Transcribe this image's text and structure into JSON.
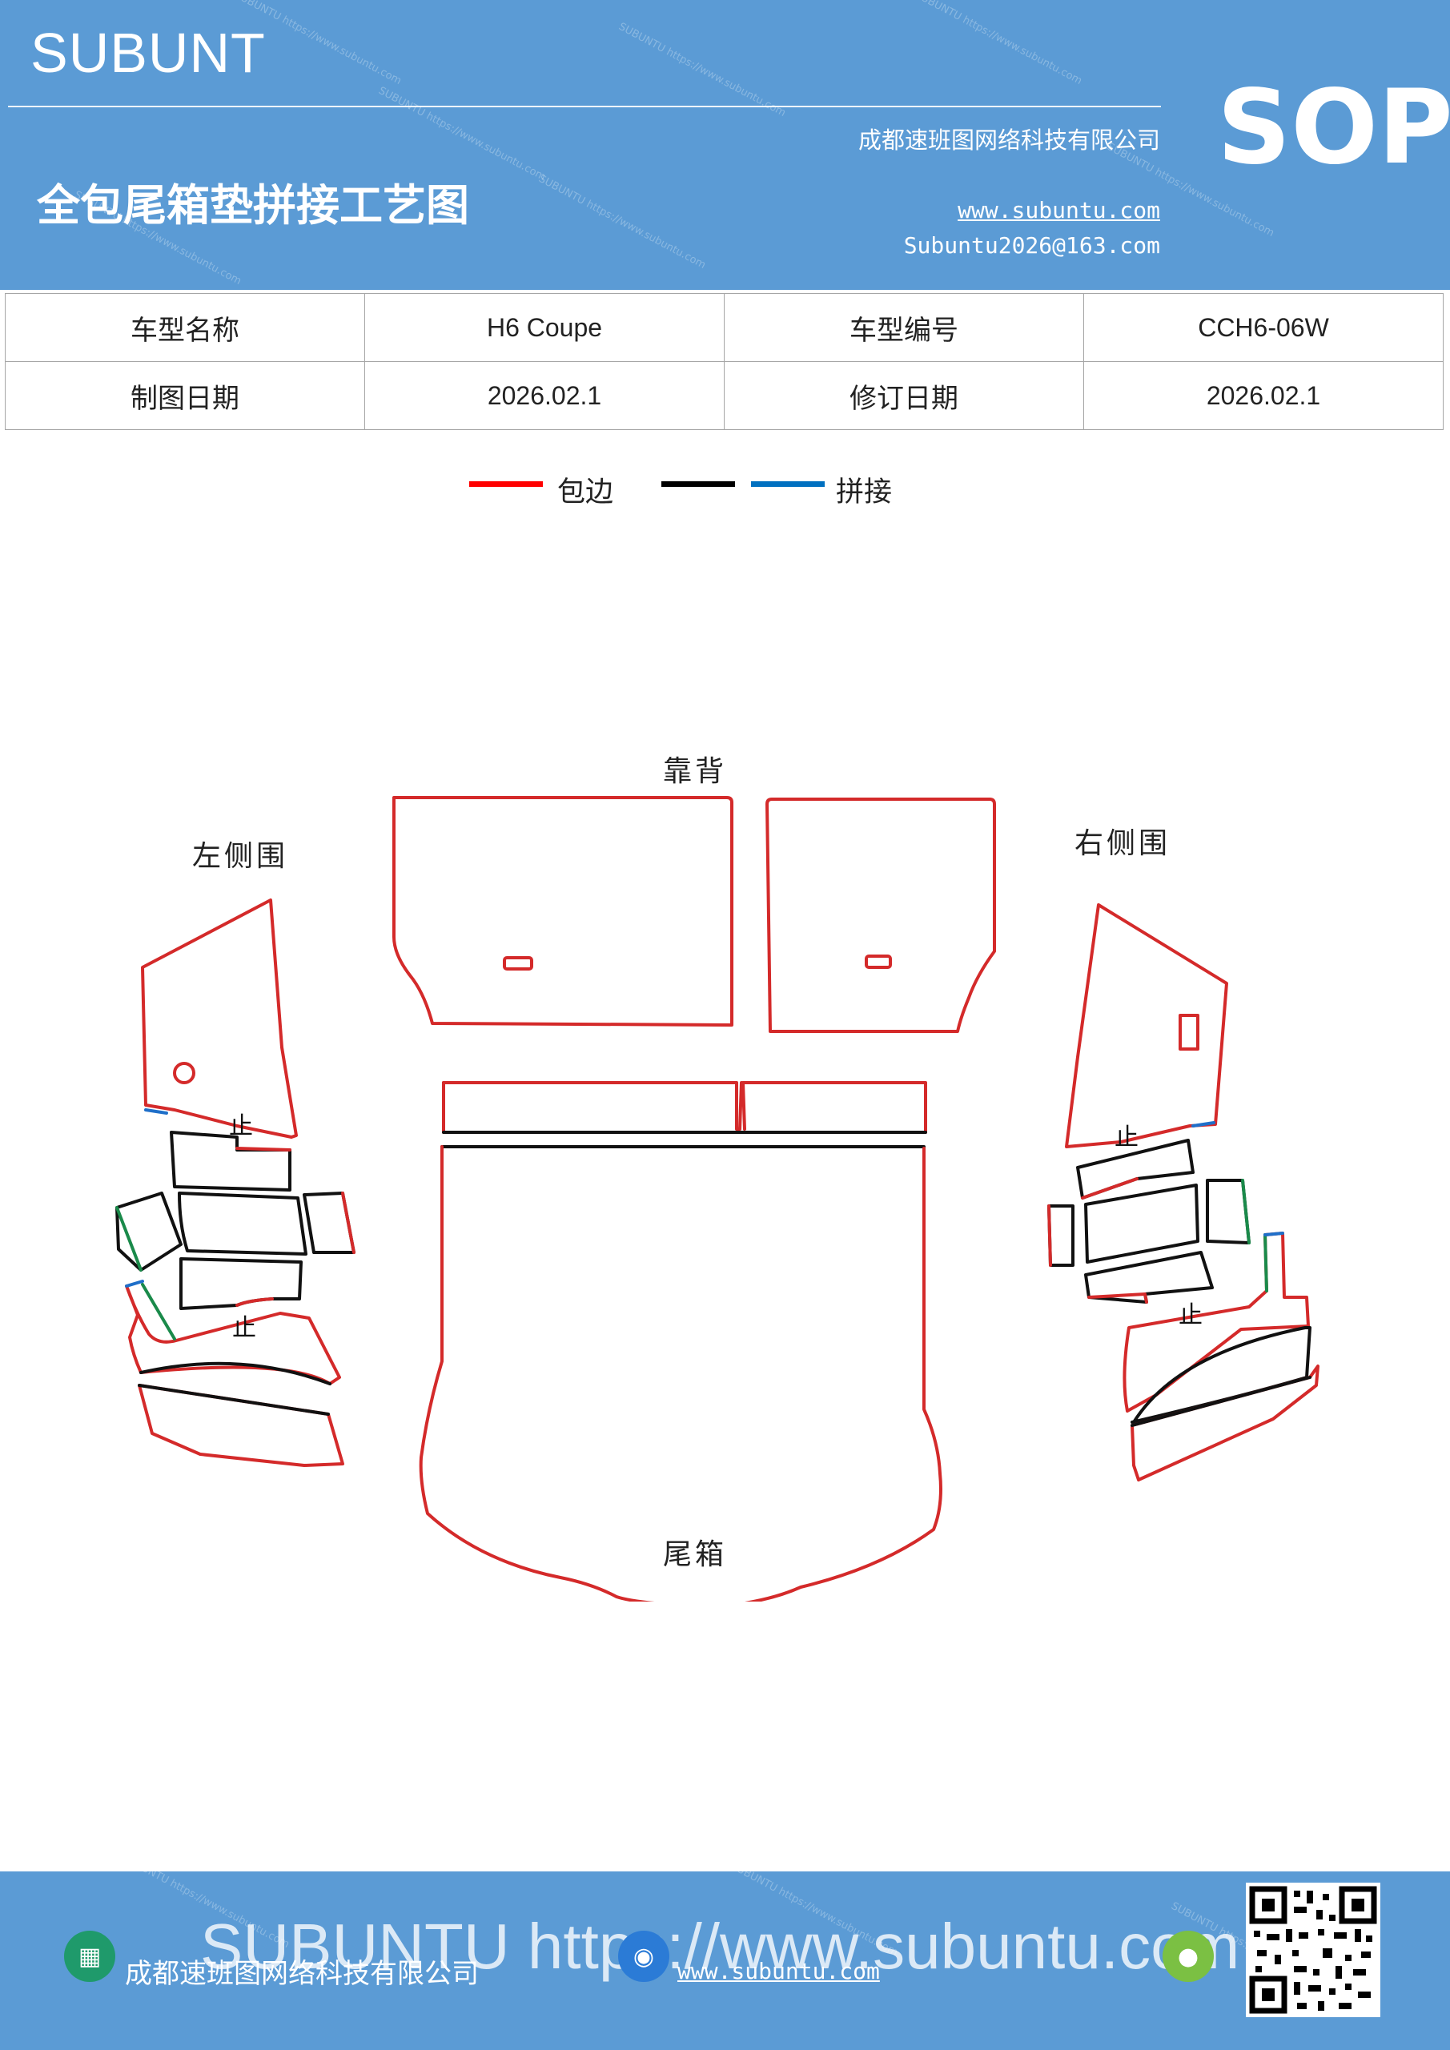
{
  "header": {
    "brand": "SUBUNT",
    "company": "成都速班图网络科技有限公司",
    "title": "全包尾箱垫拼接工艺图",
    "website": "www.subuntu.com",
    "email": "Subuntu2026@163.com",
    "badge": "SOP",
    "bg_color": "#5b9bd5"
  },
  "info_table": {
    "rows": [
      {
        "label1": "车型名称",
        "value1": "H6  Coupe",
        "label2": "车型编号",
        "value2": "CCH6-06W"
      },
      {
        "label1": "制图日期",
        "value1": "2026.02.1",
        "label2": "修订日期",
        "value2": "2026.02.1"
      }
    ]
  },
  "legend": {
    "items": [
      {
        "color": "#ff0000",
        "label": "包边"
      },
      {
        "color": "#000000",
        "label": ""
      },
      {
        "color": "#0070c0",
        "label": "拼接"
      }
    ]
  },
  "diagram": {
    "labels": {
      "back": "靠背",
      "left": "左侧围",
      "right": "右侧围",
      "trunk": "尾箱"
    },
    "stop_mark": "止",
    "colors": {
      "edge": "#d42a2a",
      "seam": "#111111",
      "join": "#1f6fc9",
      "green": "#1a8a4a"
    }
  },
  "footer": {
    "company": "成都速班图网络科技有限公司",
    "watermark": "SUBUNTU https://www.subuntu.com",
    "website": "www.subuntu.com",
    "qr_icon": "qr-code"
  }
}
